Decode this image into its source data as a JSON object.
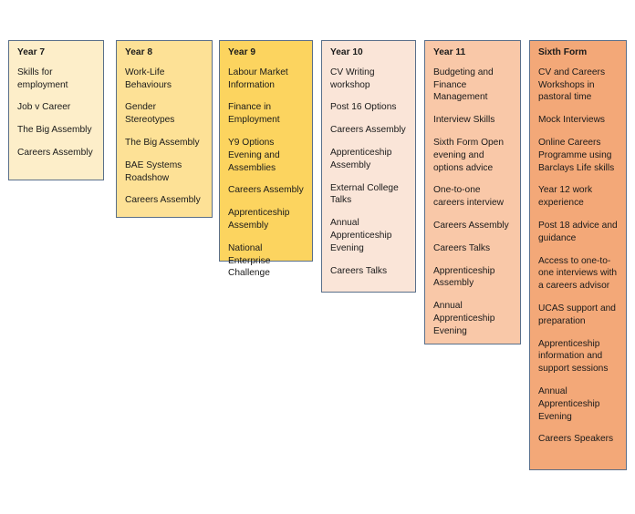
{
  "columns": [
    {
      "title": "Year 7",
      "items": [
        "Skills for employment",
        "Job v Career",
        "The Big Assembly",
        "Careers Assembly"
      ]
    },
    {
      "title": "Year 8",
      "items": [
        "Work-Life Behaviours",
        "Gender Stereotypes",
        "The Big Assembly",
        "BAE Systems Roadshow",
        "Careers Assembly"
      ]
    },
    {
      "title": "Year 9",
      "items": [
        "Labour Market Information",
        "Finance in Employment",
        "Y9 Options Evening and Assemblies",
        "Careers Assembly",
        "Apprenticeship Assembly",
        "National Enterprise Challenge"
      ]
    },
    {
      "title": "Year 10",
      "items": [
        "CV Writing workshop",
        "Post 16 Options",
        "Careers Assembly",
        "Apprenticeship Assembly",
        "External College Talks",
        "Annual Apprenticeship Evening",
        "Careers Talks"
      ]
    },
    {
      "title": "Year 11",
      "items": [
        "Budgeting and Finance Management",
        "Interview Skills",
        "Sixth Form Open evening and options advice",
        "One-to-one careers interview",
        "Careers Assembly",
        "Careers Talks",
        "Apprenticeship Assembly",
        "Annual Apprenticeship Evening"
      ]
    },
    {
      "title": "Sixth Form",
      "items": [
        "CV and Careers Workshops in pastoral time",
        "Mock Interviews",
        "Online Careers Programme using Barclays Life skills",
        "Year 12 work experience",
        "Post 18 advice and guidance",
        "Access to one-to-one interviews with a careers advisor",
        "UCAS support and preparation",
        "Apprenticeship information and support sessions",
        "Annual Apprenticeship Evening",
        "Careers Speakers"
      ]
    }
  ]
}
